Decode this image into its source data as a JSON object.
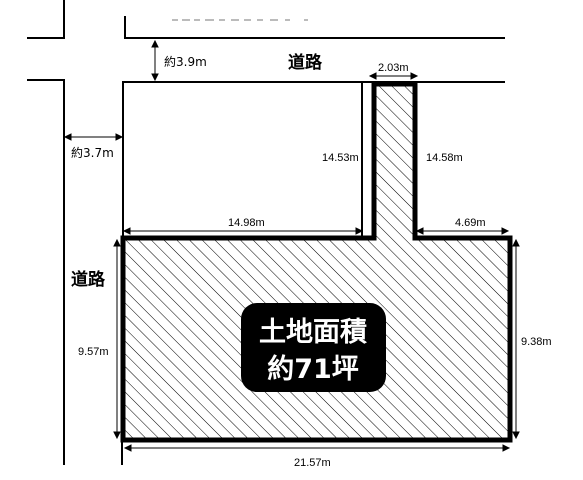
{
  "roads": {
    "top_label": "道路",
    "left_label": "道路",
    "top_width": "約3.9m",
    "left_width": "約3.7m"
  },
  "dimensions": {
    "flag_width": "2.03m",
    "flag_left_length": "14.53m",
    "flag_right_length": "14.58m",
    "upper_left_width": "14.98m",
    "upper_right_width": "4.69m",
    "left_height": "9.57m",
    "right_height": "9.38m",
    "bottom_width": "21.57m"
  },
  "area_badge": {
    "line1": "土地面積",
    "line2": "約71坪"
  },
  "colors": {
    "lot_outline": "#000000",
    "hatch": "#000000",
    "badge_background": "#000000",
    "badge_text": "#ffffff"
  }
}
